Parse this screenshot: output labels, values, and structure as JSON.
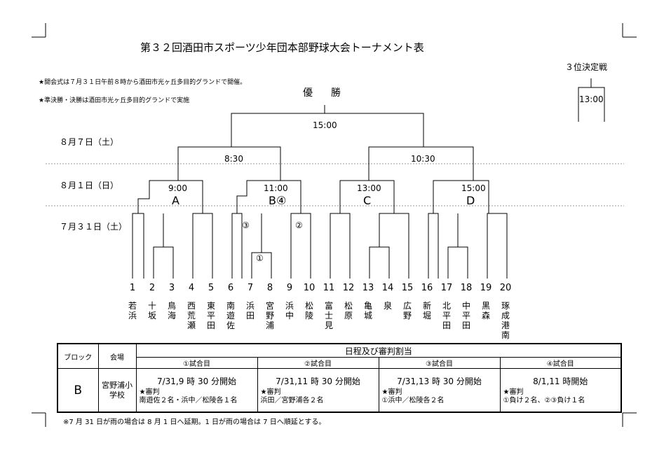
{
  "title": "第３２回酒田市スポーツ少年団本部野球大会トーナメント表",
  "notes": [
    "★開会式は７月３１日午前８時から酒田市光ヶ丘多目的グランドで開催。",
    "★準決勝・決勝は酒田市光ヶ丘多目的グランドで実施"
  ],
  "final": {
    "label": "優勝",
    "time": "15:00"
  },
  "third_place": {
    "label": "３位決定戦",
    "time": "13:00"
  },
  "dates": [
    "８月７日（土）",
    "８月１日（日）",
    "７月３１日（土）"
  ],
  "semifinal_times": [
    "8:30",
    "10:30"
  ],
  "blocks": [
    {
      "name": "A",
      "time": "9:00"
    },
    {
      "name": "B④",
      "time": "11:00"
    },
    {
      "name": "C",
      "time": "13:00"
    },
    {
      "name": "D",
      "time": "15:00"
    }
  ],
  "game_markers": [
    "③",
    "①",
    "②"
  ],
  "teams": [
    {
      "no": "1",
      "name": "若浜"
    },
    {
      "no": "2",
      "name": "十坂"
    },
    {
      "no": "3",
      "name": "鳥海"
    },
    {
      "no": "4",
      "name": "西荒瀬"
    },
    {
      "no": "5",
      "name": "東平田"
    },
    {
      "no": "6",
      "name": "南遊佐"
    },
    {
      "no": "7",
      "name": "浜田"
    },
    {
      "no": "8",
      "name": "宮野浦"
    },
    {
      "no": "9",
      "name": "浜中"
    },
    {
      "no": "10",
      "name": "松陵"
    },
    {
      "no": "11",
      "name": "富士見"
    },
    {
      "no": "12",
      "name": "松原"
    },
    {
      "no": "13",
      "name": "亀城"
    },
    {
      "no": "14",
      "name": "泉"
    },
    {
      "no": "15",
      "name": "広野"
    },
    {
      "no": "16",
      "name": "新堀"
    },
    {
      "no": "17",
      "name": "北平田"
    },
    {
      "no": "18",
      "name": "中平田"
    },
    {
      "no": "19",
      "name": "黒森"
    },
    {
      "no": "20",
      "name": "琢成港南"
    }
  ],
  "schedule": {
    "header_block": "ブロック",
    "header_venue": "会場",
    "header_title": "日程及び審判割当",
    "block": "B",
    "venue": "宮野浦小学校",
    "games": [
      {
        "label": "①試合目",
        "start": "7/31,9 時 30 分開始",
        "referee_label": "★審判",
        "referee": "南遊佐２名・浜中／松陵各１名"
      },
      {
        "label": "②試合目",
        "start": "7/31,11 時 30 分開始",
        "referee_label": "★審判",
        "referee": "浜田／宮野浦各２名"
      },
      {
        "label": "③試合目",
        "start": "7/31,13 時 30 分開始",
        "referee_label": "★審判",
        "referee": "①浜中／松陵各２名"
      },
      {
        "label": "④試合目",
        "start": "8/1,11 時開始",
        "referee_label": "★審判",
        "referee": "①負け２名、②③負け１名"
      }
    ]
  },
  "footnote": "※7 月 31 日が雨の場合は 8 月 1 日へ延期。1 日が雨の場合は 7 日へ順延とする。"
}
